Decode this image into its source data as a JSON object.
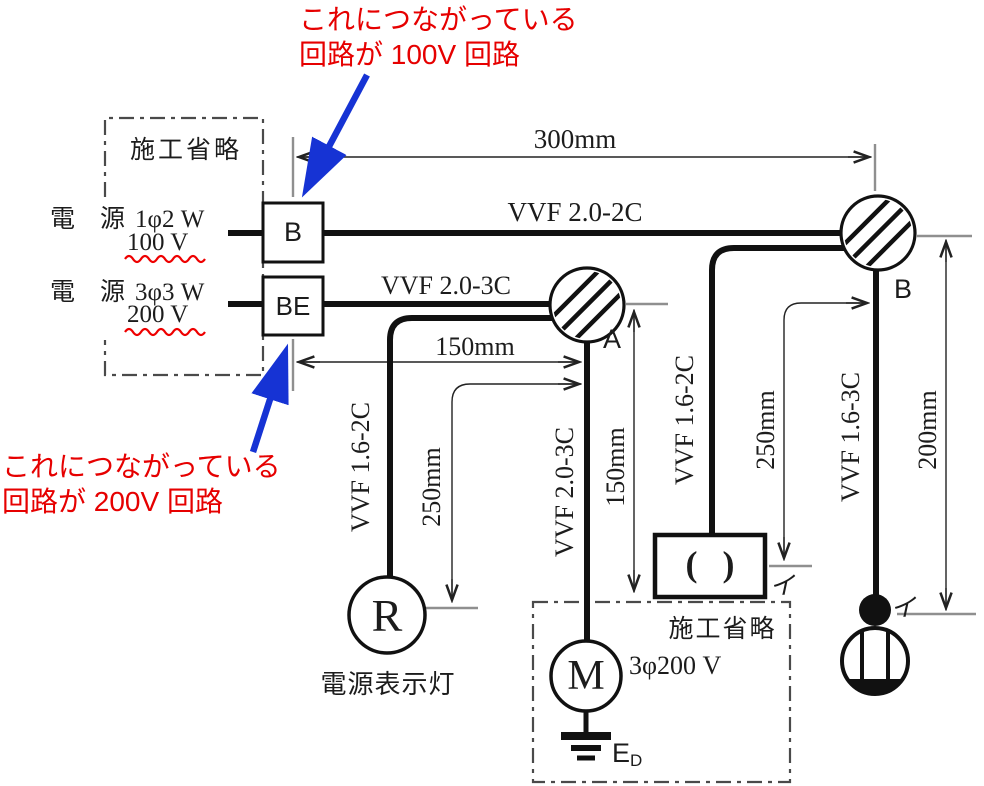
{
  "annotations": {
    "top_100v": {
      "line1": "これにつながっている",
      "line2": "回路が 100V 回路"
    },
    "left_200v": {
      "line1": "これにつながっている",
      "line2": "回路が 200V 回路"
    }
  },
  "source_panel": {
    "caption": "施工省略",
    "source_100v": {
      "label": "電　源",
      "phase": "1φ2 W",
      "voltage": "100 V"
    },
    "source_200v": {
      "label": "電　源",
      "phase": "3φ3 W",
      "voltage": "200 V"
    }
  },
  "breakers": {
    "b": "B",
    "be": "BE"
  },
  "junction_boxes": {
    "a": "A",
    "b": "B"
  },
  "cables": {
    "b_to_junction_b": "VVF 2.0-2C",
    "be_to_junction_a": "VVF 2.0-3C",
    "junction_a_to_lamp_r": "VVF 1.6-2C",
    "junction_a_to_motor": "VVF 2.0-3C",
    "junction_b_to_outlet": "VVF 1.6-2C",
    "junction_b_to_ceiling_lamp": "VVF 1.6-3C"
  },
  "dimensions": {
    "top_span": "300mm",
    "be_to_junction_a_span": "150mm",
    "junction_a_drop": "150mm",
    "lamp_r_drop": "250mm",
    "outlet_drop": "250mm",
    "ceiling_lamp_drop": "200mm"
  },
  "equipment": {
    "lamp_r": "R",
    "lamp_r_caption": "電源表示灯",
    "motor": "M",
    "motor_voltage": "3φ200 V",
    "ground_label": "E",
    "ground_sub": "D",
    "outlet_symbol": "( )",
    "outlet_mark": "イ",
    "ceiling_lamp_mark": "イ",
    "omission_caption": "施工省略"
  },
  "colors": {
    "annotation_red": "#e60000",
    "arrow_blue": "#1633d4",
    "underline_red": "#ee0000",
    "line_black": "#111111",
    "tick_gray": "#8f8f8f"
  }
}
